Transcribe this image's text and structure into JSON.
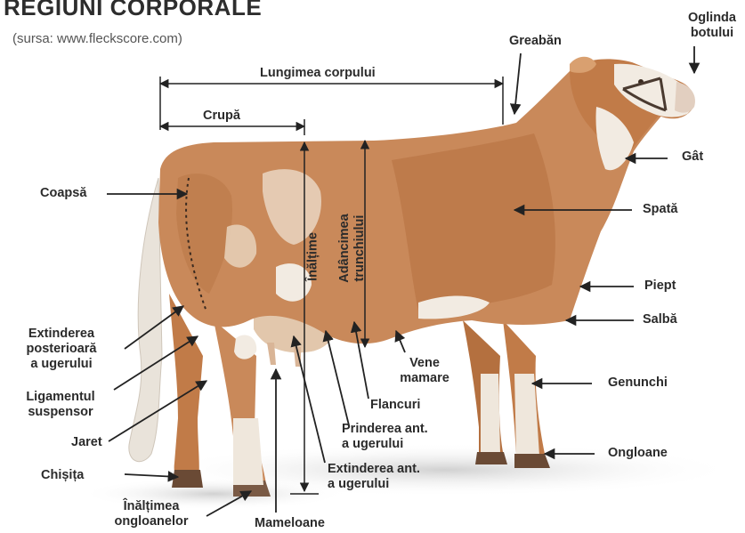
{
  "title": "REGIUNI CORPORALE",
  "source": "(sursa: www.fleckscore.com)",
  "colors": {
    "body": "#c9895a",
    "body_dark": "#b4703f",
    "white_patch": "#f2ebe2",
    "arrow": "#222222",
    "text": "#2b2b2b"
  },
  "labels": {
    "lungimea_corpului": "Lungimea corpului",
    "crupa": "Crupă",
    "greaban": "Greabăn",
    "oglinda_botului_1": "Oglinda",
    "oglinda_botului_2": "botului",
    "gat": "Gât",
    "spata": "Spată",
    "piept": "Piept",
    "salba": "Salbă",
    "genunchi": "Genunchi",
    "ongloane": "Ongloane",
    "coapsa": "Coapsă",
    "extinderea_post_1": "Extinderea",
    "extinderea_post_2": "posterioară",
    "extinderea_post_3": "a ugerului",
    "ligament_1": "Ligamentul",
    "ligament_2": "suspensor",
    "jaret": "Jaret",
    "chisita": "Chișița",
    "inaltimea_ongl_1": "Înălțimea",
    "inaltimea_ongl_2": "ongloanelor",
    "mameloane": "Mameloane",
    "extinderea_ant_1": "Extinderea ant.",
    "extinderea_ant_2": "a ugerului",
    "prinderea_ant_1": "Prinderea ant.",
    "prinderea_ant_2": "a ugerului",
    "flancuri": "Flancuri",
    "vene_1": "Vene",
    "vene_2": "mamare",
    "inaltime": "Înălțime",
    "adancimea_1": "Adâncimea",
    "adancimea_2": "trunchiului"
  }
}
